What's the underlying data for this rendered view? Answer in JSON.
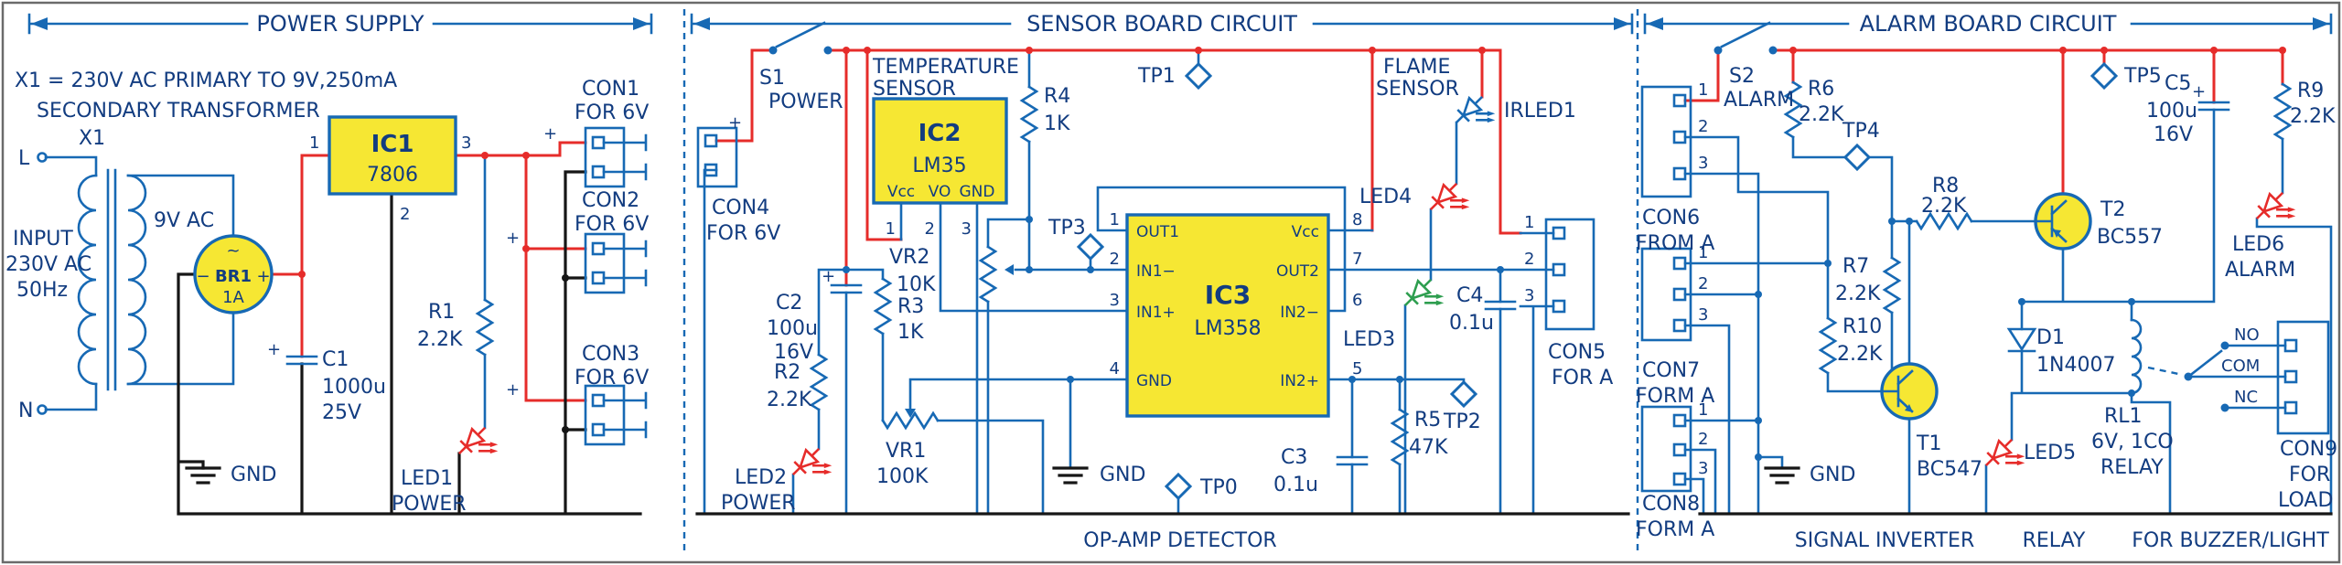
{
  "colors": {
    "wire_blue": "#1769b4",
    "wire_red": "#e62c2a",
    "wire_black": "#161616",
    "component_fill": "#f6e733",
    "label_navy": "#123c80"
  },
  "pins": {
    "p1": "1",
    "p2": "2",
    "p3": "3",
    "p4": "4",
    "p5": "5",
    "p6": "6",
    "p7": "7",
    "p8": "8"
  },
  "sym": {
    "plus": "+",
    "minus": "−",
    "tilde": "~"
  },
  "headers": {
    "power": "POWER SUPPLY",
    "sensor": "SENSOR BOARD CIRCUIT",
    "alarm": "ALARM BOARD CIRCUIT"
  },
  "power": {
    "note1": "X1 = 230V AC PRIMARY TO 9V,250mA",
    "note2": "SECONDARY TRANSFORMER",
    "x1": "X1",
    "l": "L",
    "n": "N",
    "input1": "INPUT",
    "input2": "230V AC",
    "input3": "50Hz",
    "v9": "9V AC",
    "br1": "BR1",
    "br1_val": "1A",
    "ic1": "IC1",
    "ic1_val": "7806",
    "c1": "C1",
    "c1_v1": "1000u",
    "c1_v2": "25V",
    "r1": "R1",
    "r1_val": "2.2K",
    "led1": "LED1",
    "led1_lbl": "POWER",
    "gnd": "GND",
    "con1": "CON1",
    "con1_lbl": "FOR 6V",
    "con2": "CON2",
    "con2_lbl": "FOR 6V",
    "con3": "CON3",
    "con3_lbl": "FOR 6V"
  },
  "sensor": {
    "s1": "S1",
    "s1_lbl": "POWER",
    "con4": "CON4",
    "con4_lbl": "FOR 6V",
    "temp1": "TEMPERATURE",
    "temp2": "SENSOR",
    "ic2": "IC2",
    "ic2_val": "LM35",
    "vcc": "Vcc",
    "vo": "VO",
    "gnd_pin": "GND",
    "r4": "R4",
    "r4_val": "1K",
    "tp1": "TP1",
    "flame1": "FLAME",
    "flame2": "SENSOR",
    "irled1": "IRLED1",
    "led4": "LED4",
    "led3": "LED3",
    "c2": "C2",
    "c2_v1": "100u",
    "c2_v2": "16V",
    "r3": "R3",
    "r3_val": "1K",
    "r2": "R2",
    "r2_val": "2.2K",
    "vr2": "VR2",
    "vr2_val": "10K",
    "tp3": "TP3",
    "ic3": "IC3",
    "ic3_val": "LM358",
    "out1": "OUT1",
    "in1m": "IN1−",
    "in1p": "IN1+",
    "gnd2": "GND",
    "vcc2": "Vcc",
    "out2": "OUT2",
    "in2m": "IN2−",
    "in2p": "IN2+",
    "c4": "C4",
    "c4_val": "0.1u",
    "con5": "CON5",
    "con5_lbl": "FOR A",
    "tp2": "TP2",
    "vr1": "VR1",
    "vr1_val": "100K",
    "led2": "LED2",
    "led2_lbl": "POWER",
    "gnd": "GND",
    "tp0": "TP0",
    "c3": "C3",
    "c3_val": "0.1u",
    "r5": "R5",
    "r5_val": "47K",
    "caption": "OP-AMP DETECTOR"
  },
  "alarm": {
    "s2": "S2",
    "s2_lbl": "ALARM",
    "con6": "CON6",
    "con6_lbl": "FROM A",
    "r6": "R6",
    "r6_val": "2.2K",
    "tp4": "TP4",
    "r8": "R8",
    "r8_val": "2.2K",
    "t2": "T2",
    "t2_val": "BC557",
    "tp5": "TP5",
    "c5": "C5",
    "c5_v1": "100u",
    "c5_v2": "16V",
    "r9": "R9",
    "r9_val": "2.2K",
    "led6": "LED6",
    "led6_lbl": "ALARM",
    "con7": "CON7",
    "con7_lbl": "FORM A",
    "r7": "R7",
    "r7_val": "2.2K",
    "r10": "R10",
    "r10_val": "2.2K",
    "t1": "T1",
    "t1_val": "BC547",
    "d1": "D1",
    "d1_val": "1N4007",
    "rl1": "RL1",
    "rl1_v1": "6V, 1CO",
    "rl1_v2": "RELAY",
    "no": "NO",
    "com": "COM",
    "nc": "NC",
    "con9": "CON9",
    "con9_l1": "FOR",
    "con9_l2": "LOAD",
    "con8": "CON8",
    "con8_lbl": "FORM A",
    "gnd": "GND",
    "led5": "LED5",
    "cap_inverter": "SIGNAL INVERTER",
    "cap_relay": "RELAY",
    "cap_load": "FOR BUZZER/LIGHT"
  }
}
